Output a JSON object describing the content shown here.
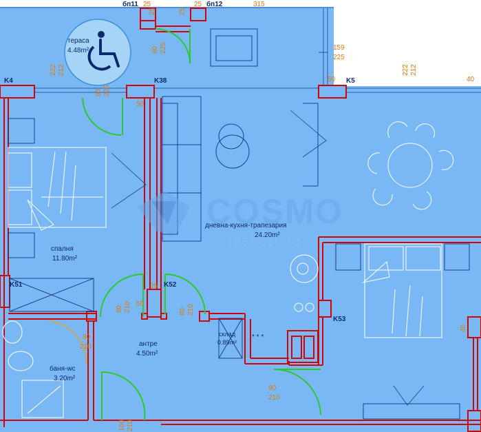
{
  "watermark": {
    "brand": "COSMO",
    "sub": "real estate"
  },
  "rooms": {
    "terrace": {
      "name": "тераса",
      "area": "4.48m²"
    },
    "living": {
      "name": "дневна-кухня-трапезария",
      "area": "24.20m²"
    },
    "bedroom1": {
      "name": "спалня",
      "area": "11.80m²"
    },
    "entry": {
      "name": "антре",
      "area": "4.50m²"
    },
    "storage": {
      "name": "склад",
      "area": "0.89m²"
    },
    "bath": {
      "name": "баня-wc",
      "area": "3.20m²"
    }
  },
  "tags": {
    "bn11": "бп11",
    "bn12": "бп12",
    "k4": "K4",
    "k5": "K5",
    "k38": "K38",
    "k51": "K51",
    "k52": "K52",
    "k53": "K53"
  },
  "dims": {
    "d25a": "25",
    "d25b": "25",
    "d25c": "25",
    "d25d": "25",
    "d25e": "25",
    "d50a": "50",
    "d50b": "50",
    "d50c": "50",
    "d40a": "40",
    "d40b": "40",
    "d315": "315",
    "d159": "159",
    "d225": "225",
    "d222": "222",
    "d212": "212",
    "d222b": "222",
    "d212b": "212",
    "d80": "80",
    "d225b": "225",
    "d90": "90",
    "d225c": "225",
    "d80b": "80",
    "d210": "210",
    "d80c": "80",
    "d210b": "210",
    "d80d": "80",
    "d210c": "210",
    "d80e": "80",
    "d210d": "210",
    "d90b": "90",
    "d210e": "210",
    "d100": "100",
    "d210f": "210"
  },
  "icons": {
    "accessibility": "wheelchair-icon"
  },
  "colors": {
    "floor": "#79b8f5",
    "wall": "#d40000",
    "door": "#2ec82e",
    "dim": "#e07a10"
  }
}
